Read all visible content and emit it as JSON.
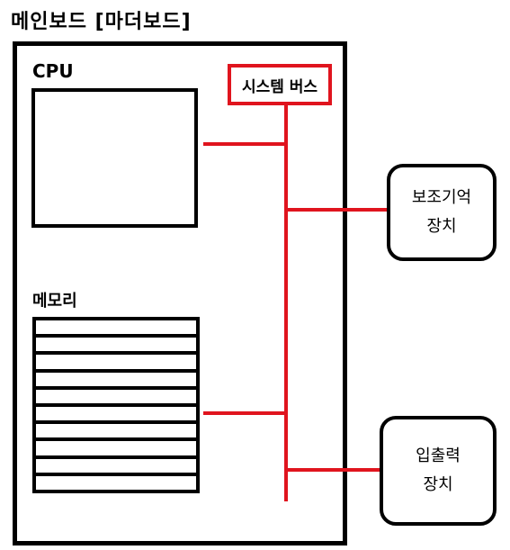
{
  "title": "메인보드 [마더보드]",
  "cpu": {
    "label": "CPU"
  },
  "memory": {
    "label": "메모리",
    "module_rows": 10
  },
  "system_bus": {
    "label": "시스템 버스",
    "color": "#e0141e"
  },
  "devices": {
    "storage": {
      "line1": "보조기억",
      "line2": "장치"
    },
    "io": {
      "line1": "입출력",
      "line2": "장치"
    }
  }
}
